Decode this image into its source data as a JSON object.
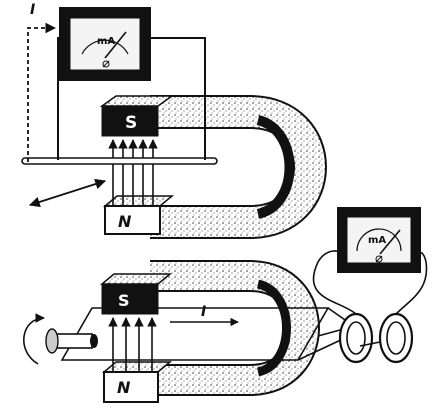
{
  "top_figure": {
    "current_label": "I",
    "meter_unit": "mA",
    "pole_top": "S",
    "pole_bottom": "N"
  },
  "bottom_figure": {
    "meter_unit": "mA",
    "pole_top": "S",
    "pole_bottom": "N",
    "current_label": "I"
  },
  "colors": {
    "ink": "#111111",
    "magnet_body": "#ffffff",
    "pole_face": "#111111",
    "meter_face": "#f4f4f4"
  }
}
